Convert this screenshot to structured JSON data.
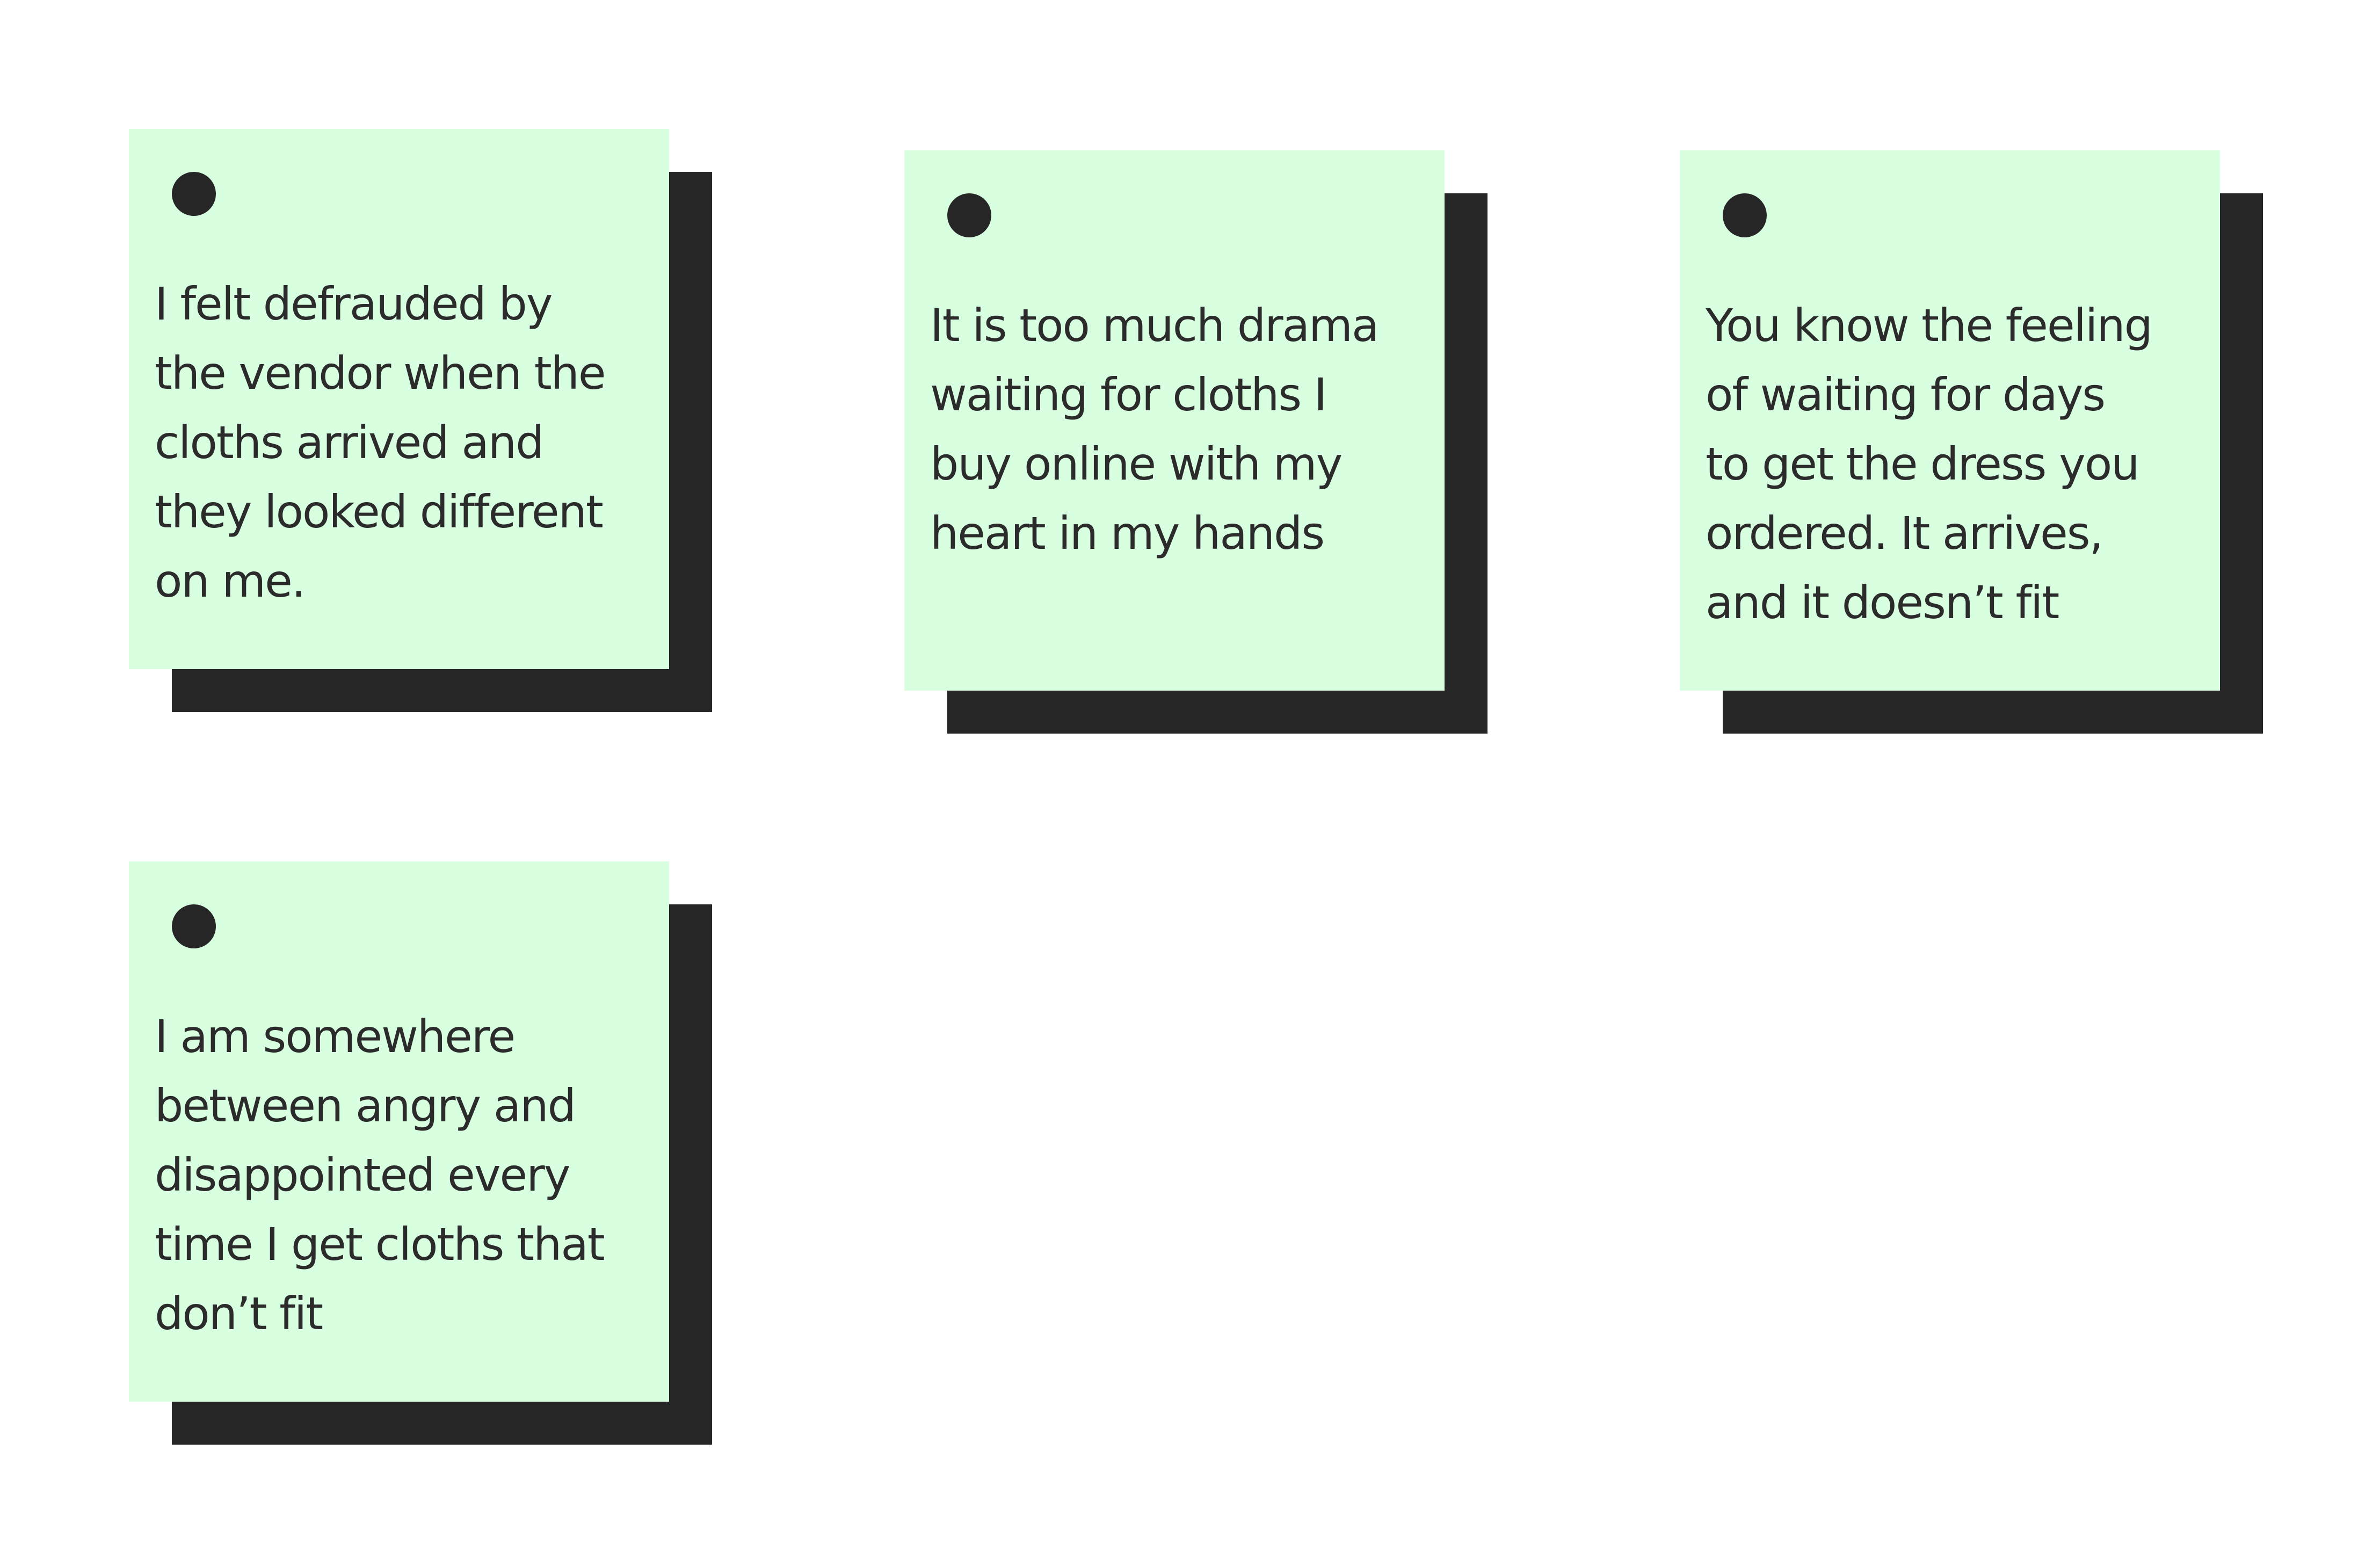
{
  "notes": [
    {
      "text": "I felt defrauded by\nthe vendor when the\ncloths arrived and\nthey looked different\non me."
    },
    {
      "text": "It is too much drama\nwaiting for cloths I\nbuy online with my\nheart in my hands"
    },
    {
      "text": "You know the feeling\nof waiting for days\nto get the dress you\nordered. It arrives,\nand it doesn’t fit"
    },
    {
      "text": "I am somewhere\nbetween angry and\ndisappointed every\ntime I get cloths that\ndon’t fit"
    }
  ],
  "colors": {
    "note_fill": "#d8ffdf",
    "shadow": "#262626",
    "pin": "#262626",
    "text": "#2b2b2b",
    "background": "#ffffff"
  },
  "icons": {
    "pin": "pin-dot-icon"
  }
}
